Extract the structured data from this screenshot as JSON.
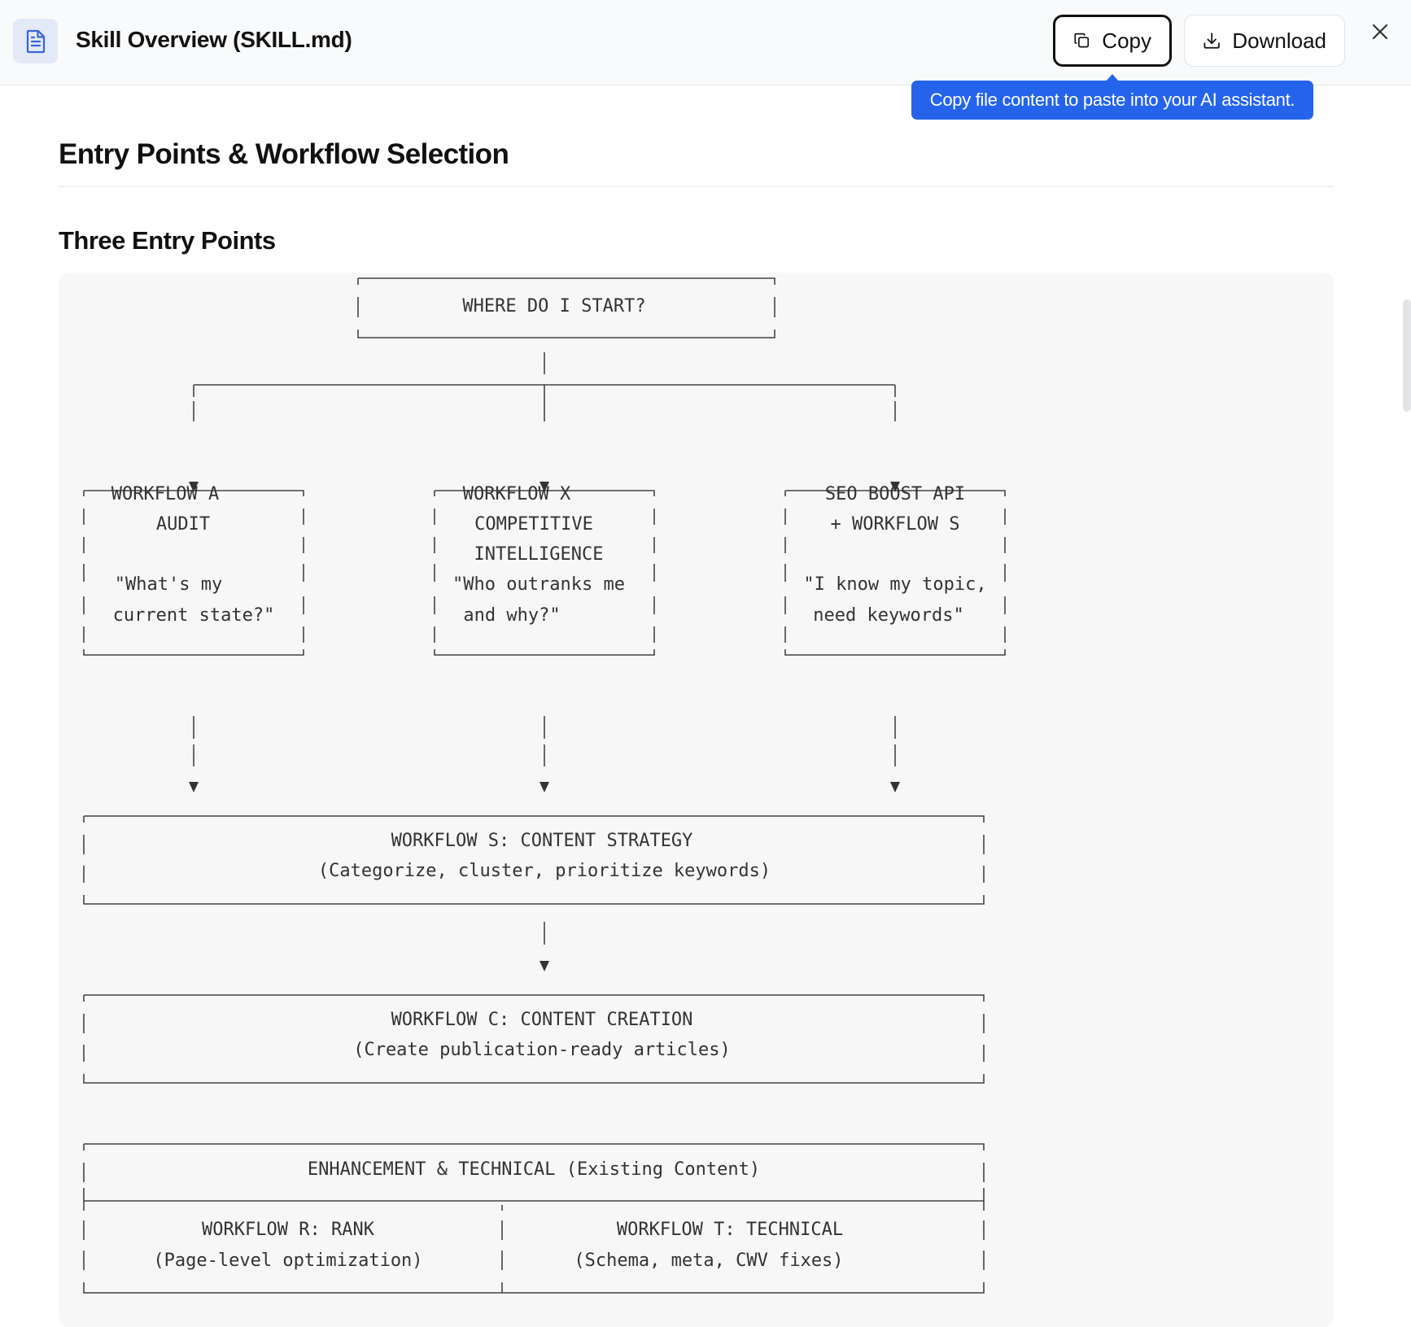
{
  "header": {
    "title": "Skill Overview (SKILL.md)",
    "file_icon": "document-icon",
    "copy_label": "Copy",
    "copy_icon": "copy-icon",
    "download_label": "Download",
    "download_icon": "download-icon",
    "close_icon": "close-icon"
  },
  "tooltip": {
    "text": "Copy file content to paste into your AI assistant."
  },
  "content": {
    "h2": "Entry Points & Workflow Selection",
    "h3": "Three Entry Points"
  },
  "diagram": {
    "start": "WHERE DO I START?",
    "box_a": [
      "WORKFLOW A",
      "AUDIT",
      "\"What's my",
      "current state?\""
    ],
    "box_x": [
      "WORKFLOW X",
      "COMPETITIVE",
      "INTELLIGENCE",
      "\"Who outranks me",
      "and why?\""
    ],
    "box_seo": [
      "SEO BOOST API",
      "+ WORKFLOW S",
      "\"I know my topic,",
      "need keywords\""
    ],
    "box_s": [
      "WORKFLOW S: CONTENT STRATEGY",
      "(Categorize, cluster, prioritize keywords)"
    ],
    "box_c": [
      "WORKFLOW C: CONTENT CREATION",
      "(Create publication-ready articles)"
    ],
    "box_e": "ENHANCEMENT & TECHNICAL (Existing Content)",
    "box_r": [
      "WORKFLOW R: RANK",
      "(Page-level optimization)"
    ],
    "box_t": [
      "WORKFLOW T: TECHNICAL",
      "(Schema, meta, CWV fixes)"
    ]
  },
  "colors": {
    "accent": "#2563eb",
    "code_background": "#f7f7f7",
    "icon_tile": "#e4e9f8",
    "icon_stroke": "#3b63d9"
  }
}
